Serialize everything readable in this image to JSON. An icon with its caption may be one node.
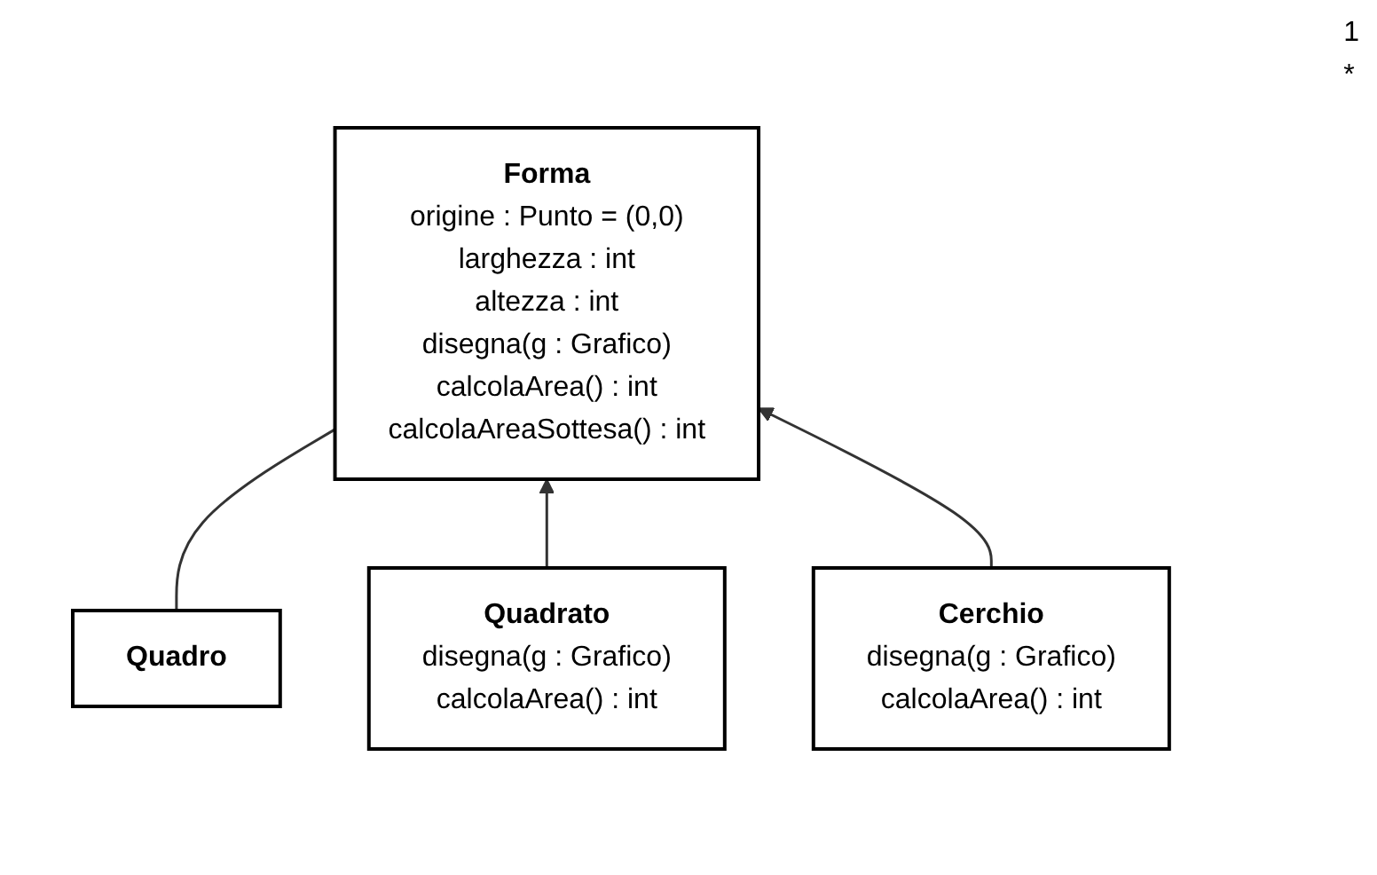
{
  "diagram": {
    "nodes": [
      {
        "text": [
          "Quadro"
        ]
      },
      {
        "text": [
          "Forma",
          "origine : Punto = (0,0)",
          "larghezza : int",
          "altezza : int",
          "disegna(g : Grafico)",
          "calcolaArea() : int",
          "calcolaAreaSottesa() : int"
        ]
      },
      {
        "text": [
          "Quadrato",
          "disegna(g : Grafico)",
          "calcolaArea() : int"
        ]
      },
      {
        "text": [
          "Cerchio",
          "disegna(g : Grafico)",
          "calcolaArea() : int"
        ]
      }
    ],
    "edges": [
      {
        "from": 0,
        "to": 1,
        "arrow": "none"
      },
      {
        "from": 2,
        "to": 1,
        "arrow": "to"
      },
      {
        "from": 3,
        "to": 1,
        "arrow": "to"
      }
    ],
    "labels": [
      "1",
      "*"
    ]
  }
}
